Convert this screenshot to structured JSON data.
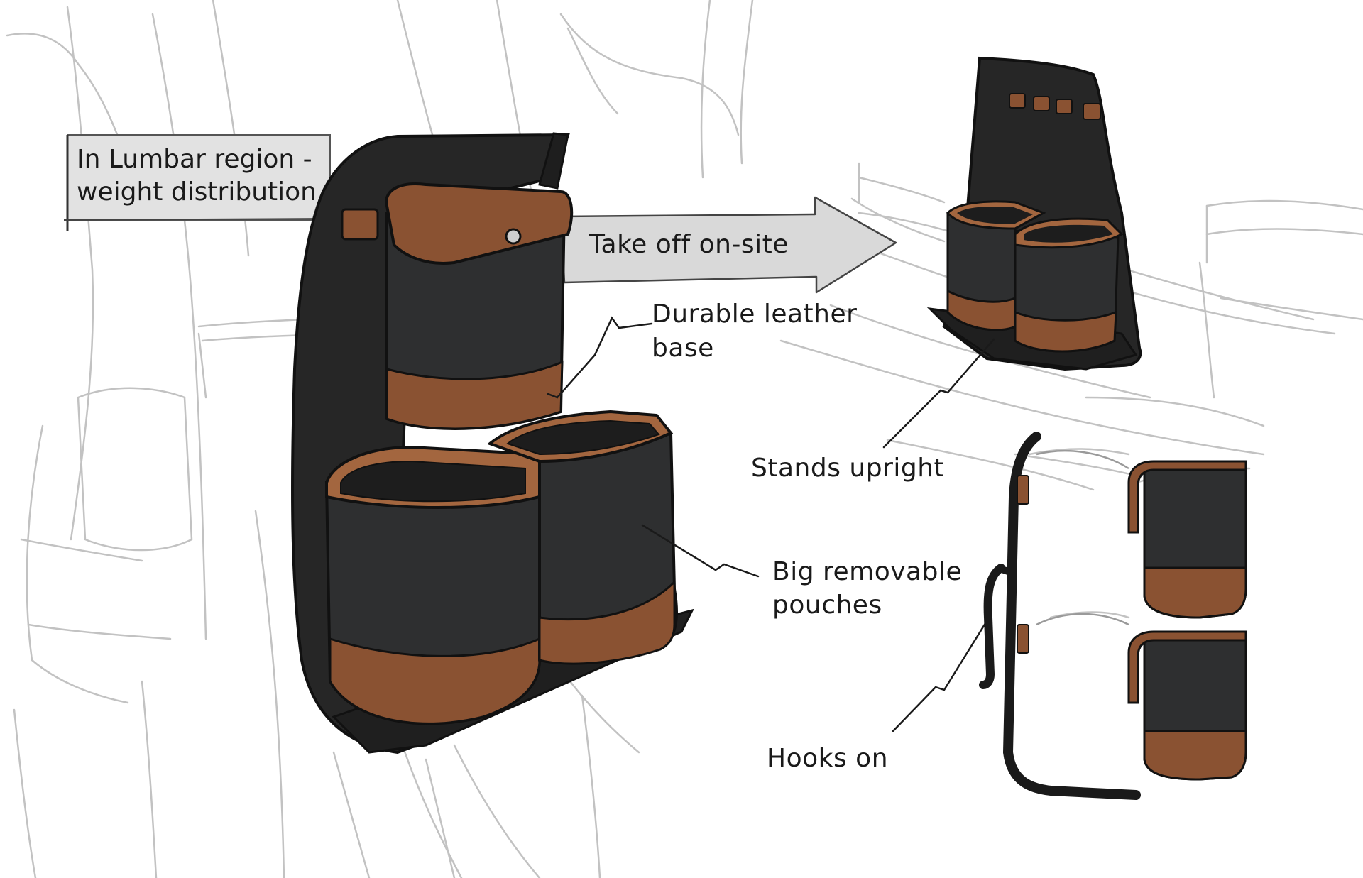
{
  "labels": {
    "lumbar_line1": "In Lumbar region -",
    "lumbar_line2": "weight distribution",
    "take_off": "Take off on-site",
    "leather_line1": "Durable leather",
    "leather_line2": "base",
    "stands": "Stands upright",
    "pouches_line1": "Big removable",
    "pouches_line2": "pouches",
    "hooks": "Hooks on"
  },
  "colors": {
    "panel": "#262626",
    "pouch": "#2e2f30",
    "leather": "#8a5232",
    "leather_light": "#a3663f",
    "sketch_line": "#bdbdbd",
    "callout_box": "#e2e2e2"
  }
}
